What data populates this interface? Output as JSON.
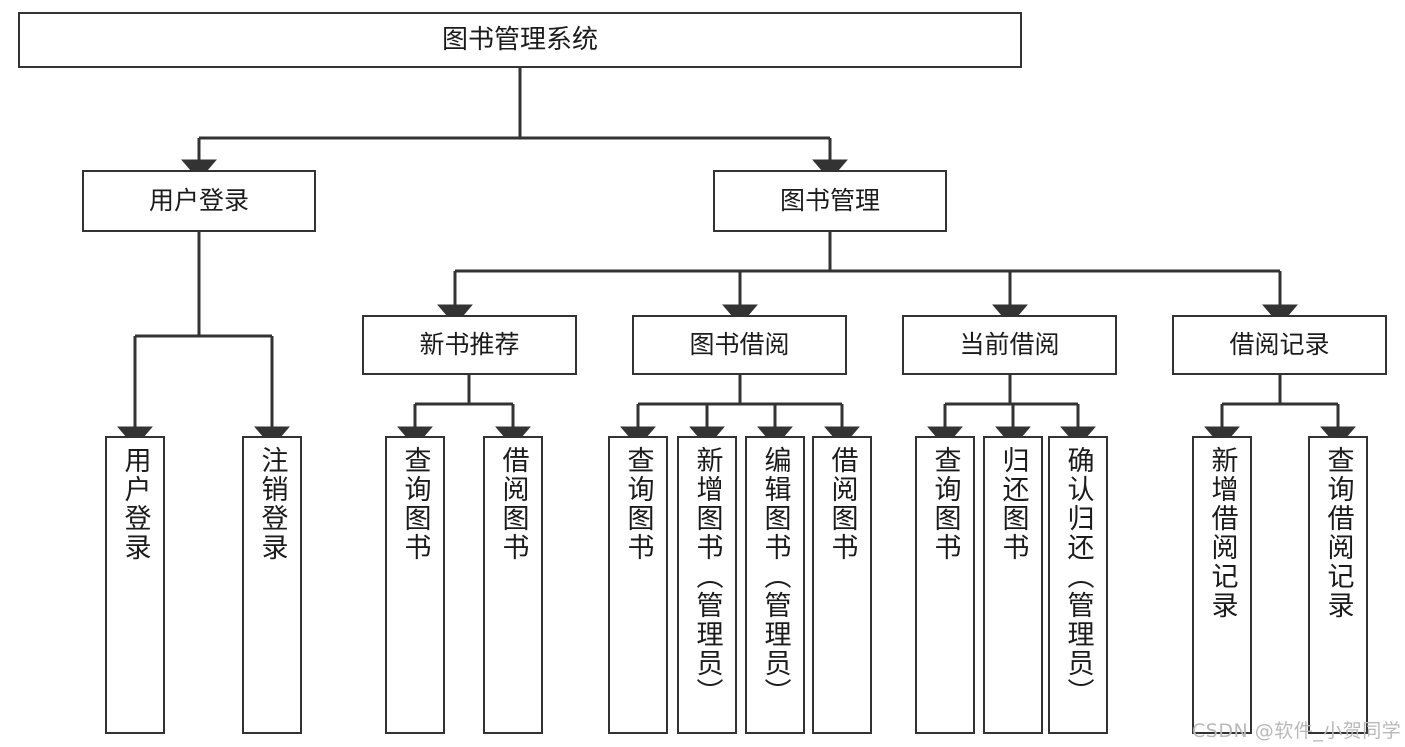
{
  "diagram": {
    "title": "图书管理系统",
    "type": "hierarchy-tree",
    "colors": {
      "box_border": "#333333",
      "box_fill": "#ffffff",
      "edge": "#333333",
      "text": "#1b1b1b",
      "watermark": "#b9b9b9",
      "background": "#ffffff"
    }
  },
  "nodes": {
    "root": {
      "label": "图书管理系统"
    },
    "level2": [
      {
        "label": "用户登录"
      },
      {
        "label": "图书管理"
      }
    ],
    "level3": [
      {
        "label": "新书推荐"
      },
      {
        "label": "图书借阅"
      },
      {
        "label": "当前借阅"
      },
      {
        "label": "借阅记录"
      }
    ],
    "leaves": {
      "user_login": [
        {
          "label": "用户登录"
        },
        {
          "label": "注销登录"
        }
      ],
      "new_book": [
        {
          "label": "查询图书"
        },
        {
          "label": "借阅图书"
        }
      ],
      "book_borrow": [
        {
          "label": "查询图书"
        },
        {
          "label": "新增图书（管理员）"
        },
        {
          "label": "编辑图书（管理员）"
        },
        {
          "label": "借阅图书"
        }
      ],
      "current_borrow": [
        {
          "label": "查询图书"
        },
        {
          "label": "归还图书"
        },
        {
          "label": "确认归还（管理员）"
        }
      ],
      "borrow_record": [
        {
          "label": "新增借阅记录"
        },
        {
          "label": "查询借阅记录"
        }
      ]
    }
  },
  "watermark": {
    "text": "CSDN @软件_小贺同学"
  }
}
